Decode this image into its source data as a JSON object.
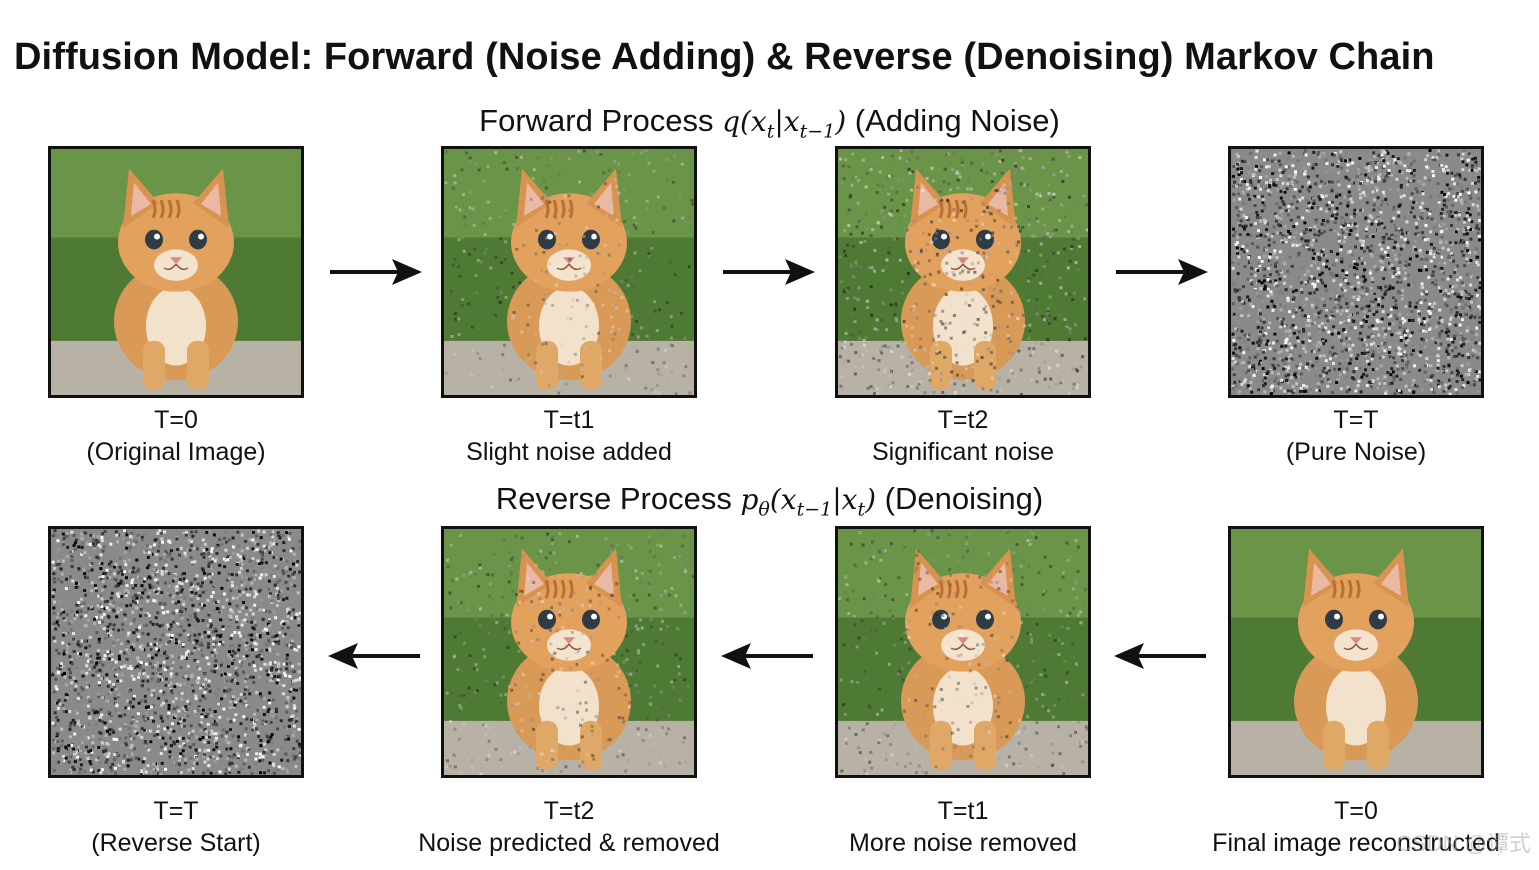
{
  "title": "Diffusion Model: Forward (Noise Adding) & Reverse (Denoising) Markov Chain",
  "forward": {
    "heading_pre": "Forward Process ",
    "heading_post": " (Adding Noise)",
    "steps": [
      {
        "t": "T=0",
        "caption": "(Original Image)",
        "image": "kitten-clean",
        "noise": 0.0
      },
      {
        "t": "T=t1",
        "caption": "Slight noise added",
        "image": "kitten-noisy",
        "noise": 0.25
      },
      {
        "t": "T=t2",
        "caption": "Significant noise",
        "image": "kitten-noisy",
        "noise": 0.5
      },
      {
        "t": "T=T",
        "caption": "(Pure Noise)",
        "image": "pure-noise",
        "noise": 1.0
      }
    ],
    "arrow": "right-arrow-icon"
  },
  "reverse": {
    "heading_pre": "Reverse Process ",
    "heading_post": " (Denoising)",
    "steps": [
      {
        "t": "T=T",
        "caption": "(Reverse Start)",
        "image": "pure-noise",
        "noise": 1.0
      },
      {
        "t": "T=t2",
        "caption": "Noise predicted & removed",
        "image": "kitten-noisy",
        "noise": 0.3
      },
      {
        "t": "T=t1",
        "caption": "More noise removed",
        "image": "kitten-noisy",
        "noise": 0.3
      },
      {
        "t": "T=0",
        "caption": "Final image reconstructed",
        "image": "kitten-clean",
        "noise": 0.0
      }
    ],
    "arrow": "left-arrow-icon"
  },
  "watermark": "CSDN @谭式"
}
